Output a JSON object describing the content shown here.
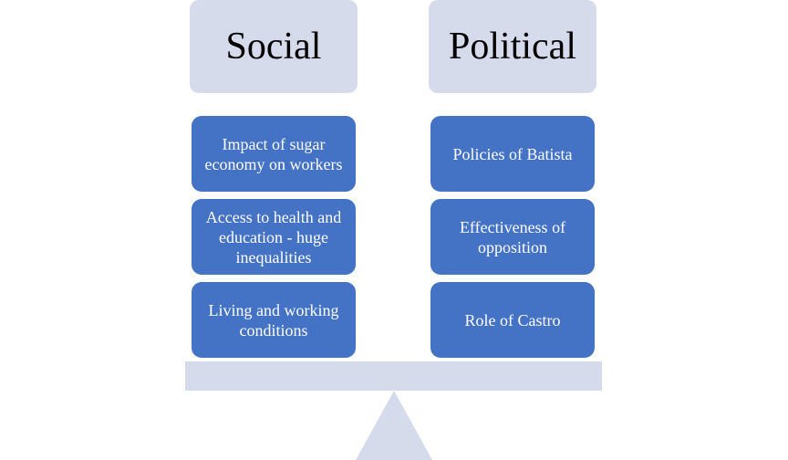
{
  "balance": {
    "left": {
      "title": "Social",
      "items": [
        "Impact of sugar economy on workers",
        "Access to health and education - huge inequalities",
        "Living and working conditions"
      ]
    },
    "right": {
      "title": "Political",
      "items": [
        "Policies of Batista",
        "Effectiveness of opposition",
        "Role of Castro"
      ]
    }
  },
  "colors": {
    "header_fill": "#d6dbec",
    "item_fill": "#4472c4",
    "item_text": "#ffffff",
    "beam_fill": "#d6dbec"
  }
}
